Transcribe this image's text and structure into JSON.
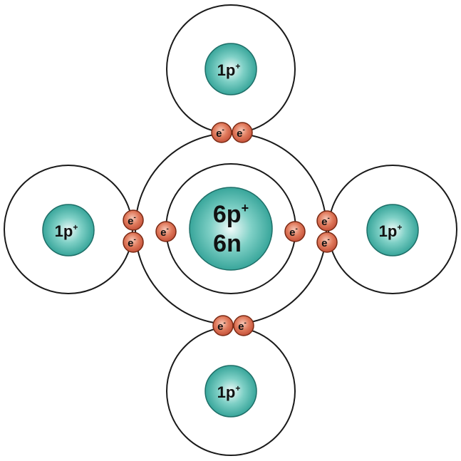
{
  "carbon": {
    "protons_main": "6p",
    "protons_sup": "+",
    "neutrons": "6n"
  },
  "hydrogen": {
    "label_main": "1p",
    "label_sup": "+"
  },
  "electron": {
    "label_main": "e",
    "label_sup": "-"
  },
  "colors": {
    "nucleus": "#2fa89d",
    "electron": "#d9694d",
    "orbit": "#1a1a1a"
  }
}
